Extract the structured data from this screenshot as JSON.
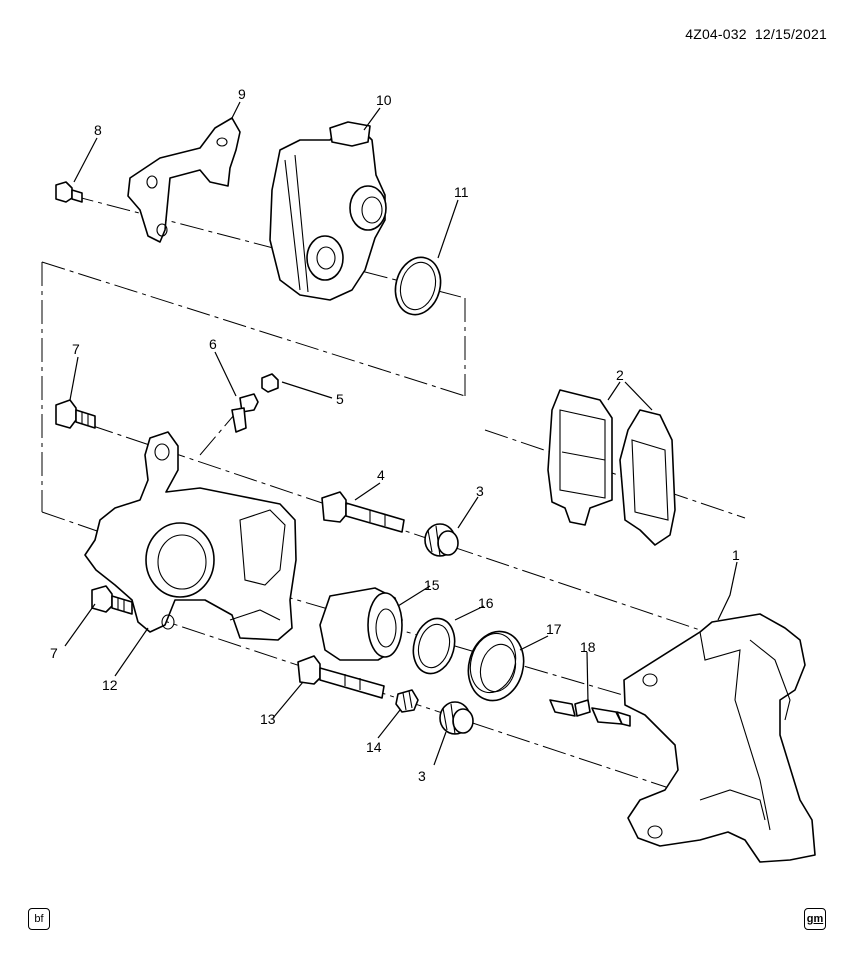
{
  "header": {
    "doc_id": "4Z04-032",
    "date": "12/15/2021"
  },
  "corner_badges": {
    "left": "bf",
    "right": "gm"
  },
  "callouts": [
    {
      "id": "c1",
      "label": "1"
    },
    {
      "id": "c2",
      "label": "2"
    },
    {
      "id": "c3a",
      "label": "3"
    },
    {
      "id": "c3b",
      "label": "3"
    },
    {
      "id": "c4",
      "label": "4"
    },
    {
      "id": "c5",
      "label": "5"
    },
    {
      "id": "c6",
      "label": "6"
    },
    {
      "id": "c7a",
      "label": "7"
    },
    {
      "id": "c7b",
      "label": "7"
    },
    {
      "id": "c8",
      "label": "8"
    },
    {
      "id": "c9",
      "label": "9"
    },
    {
      "id": "c10",
      "label": "10"
    },
    {
      "id": "c11",
      "label": "11"
    },
    {
      "id": "c12",
      "label": "12"
    },
    {
      "id": "c13",
      "label": "13"
    },
    {
      "id": "c14",
      "label": "14"
    },
    {
      "id": "c15",
      "label": "15"
    },
    {
      "id": "c16",
      "label": "16"
    },
    {
      "id": "c17",
      "label": "17"
    },
    {
      "id": "c18",
      "label": "18"
    }
  ]
}
